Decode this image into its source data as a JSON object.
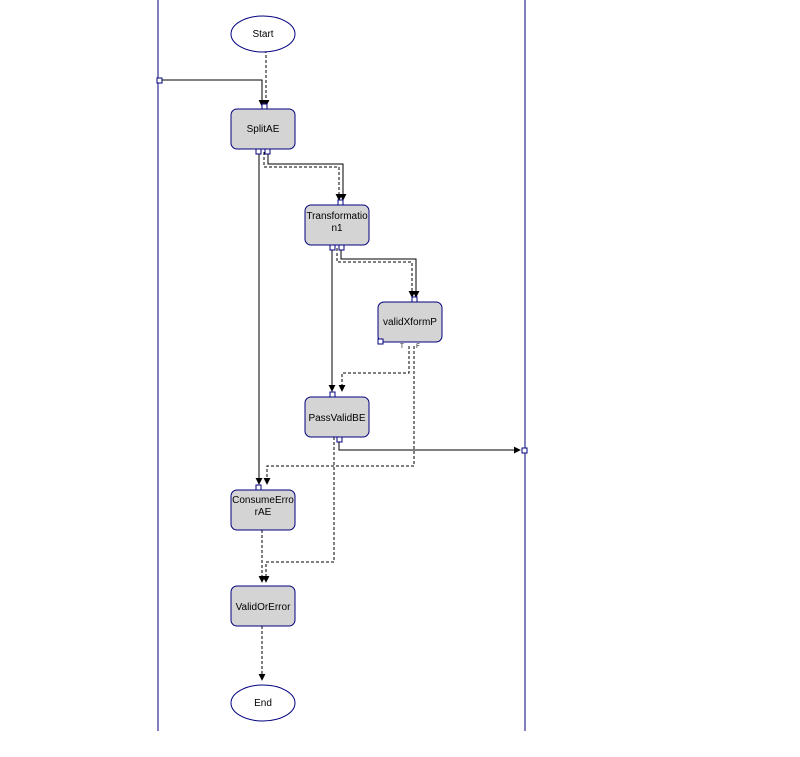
{
  "colors": {
    "background": "#ffffff",
    "node_fill": "#d4d4d4",
    "node_stroke": "#00007f",
    "terminal_fill": "#ffffff",
    "lane_line": "#00007f",
    "port_fill": "#ffffff",
    "port_stroke": "#00007f",
    "control_edge": "#000000",
    "data_edge": "#000000"
  },
  "nodes": {
    "start": {
      "label": "Start"
    },
    "split": {
      "label": "SplitAE"
    },
    "transform": {
      "line1": "Transformatio",
      "line2": "n1"
    },
    "valid_xform": {
      "label": "validXformP"
    },
    "decision_true": {
      "label": "T"
    },
    "decision_false": {
      "label": "F"
    },
    "pass_valid": {
      "label": "PassValidBE"
    },
    "consume_error": {
      "line1": "ConsumeErro",
      "line2": "rAE"
    },
    "valid_or_error": {
      "label": "ValidOrError"
    },
    "end": {
      "label": "End"
    }
  }
}
